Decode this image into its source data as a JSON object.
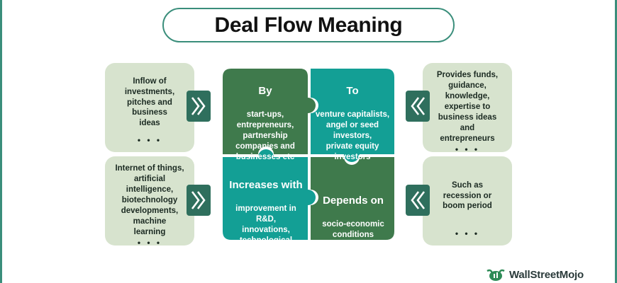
{
  "title": "Deal Flow Meaning",
  "left_cards": [
    {
      "text": "Inflow of\ninvestments,\npitches and\nbusiness\nideas",
      "dots": "• • •"
    },
    {
      "text": "Internet of things,\nartificial\nintelligence,\nbiotechnology\ndevelopments,\nmachine\nlearning",
      "dots": "• • •"
    }
  ],
  "right_cards": [
    {
      "text": "Provides funds,\nguidance,\nknowledge,\nexpertise to\nbusiness ideas\nand\nentrepreneurs",
      "dots": "• • •"
    },
    {
      "text": "Such as\nrecession or\nboom period",
      "dots": "• • •"
    }
  ],
  "quadrants": {
    "top_left": {
      "heading": "By",
      "body": "start-ups,\nentrepreneurs,\npartnership\ncompanies and\nbusinesses etc"
    },
    "top_right": {
      "heading": "To",
      "body": "venture capitalists,\nangel or seed\ninvestors,\nprivate equity\ninvestors"
    },
    "bottom_left": {
      "heading": "Increases with",
      "body": "improvement in\nR&D,\ninnovations,\ntechnological\ninvestments"
    },
    "bottom_right": {
      "heading": "Depends on",
      "body": "socio-economic\nconditions"
    }
  },
  "colors": {
    "dark_green": "#3f7a4c",
    "teal": "#139f95",
    "card_bg": "#d7e3ce",
    "chevron": "#2f6f5d"
  },
  "icons": {
    "left_chevron": "double-chevron-right-icon",
    "right_chevron": "double-chevron-left-icon"
  },
  "logo": {
    "text": "WallStreetMojo"
  }
}
